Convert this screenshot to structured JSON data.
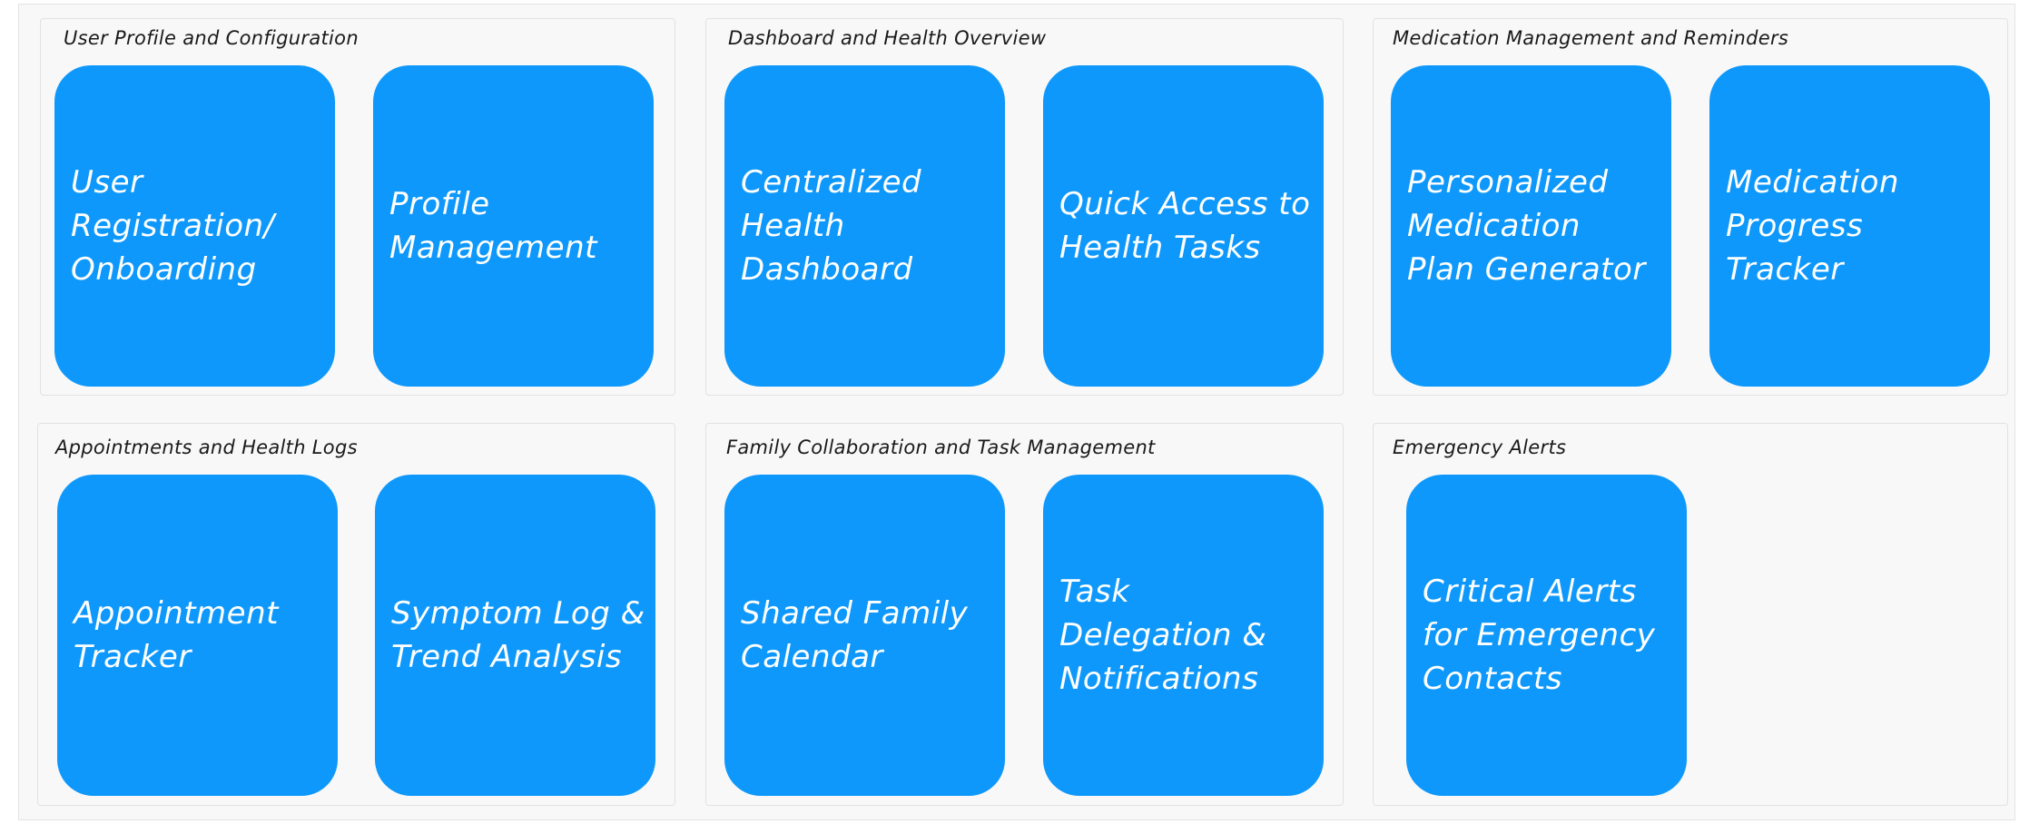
{
  "colors": {
    "card": "#0e98fc",
    "card_text": "#ffffff",
    "group_background": "#f8f8f8",
    "group_border": "#e2e2e2",
    "title_text": "#1a1a1a"
  },
  "groups": [
    {
      "title": "User Profile and Configuration",
      "cards": [
        "User\nRegistration/\nOnboarding",
        "Profile\nManagement"
      ]
    },
    {
      "title": "Dashboard and Health Overview",
      "cards": [
        "Centralized\nHealth\nDashboard",
        "Quick Access to\nHealth Tasks"
      ]
    },
    {
      "title": "Medication Management and Reminders",
      "cards": [
        "Personalized\nMedication\nPlan Generator",
        "Medication\nProgress\nTracker"
      ]
    },
    {
      "title": "Appointments and Health Logs",
      "cards": [
        "Appointment\nTracker",
        "Symptom Log &\nTrend Analysis"
      ]
    },
    {
      "title": "Family Collaboration and Task Management",
      "cards": [
        "Shared Family\nCalendar",
        "Task\nDelegation &\nNotifications"
      ]
    },
    {
      "title": "Emergency Alerts",
      "cards": [
        "Critical Alerts\nfor Emergency\nContacts"
      ]
    }
  ]
}
